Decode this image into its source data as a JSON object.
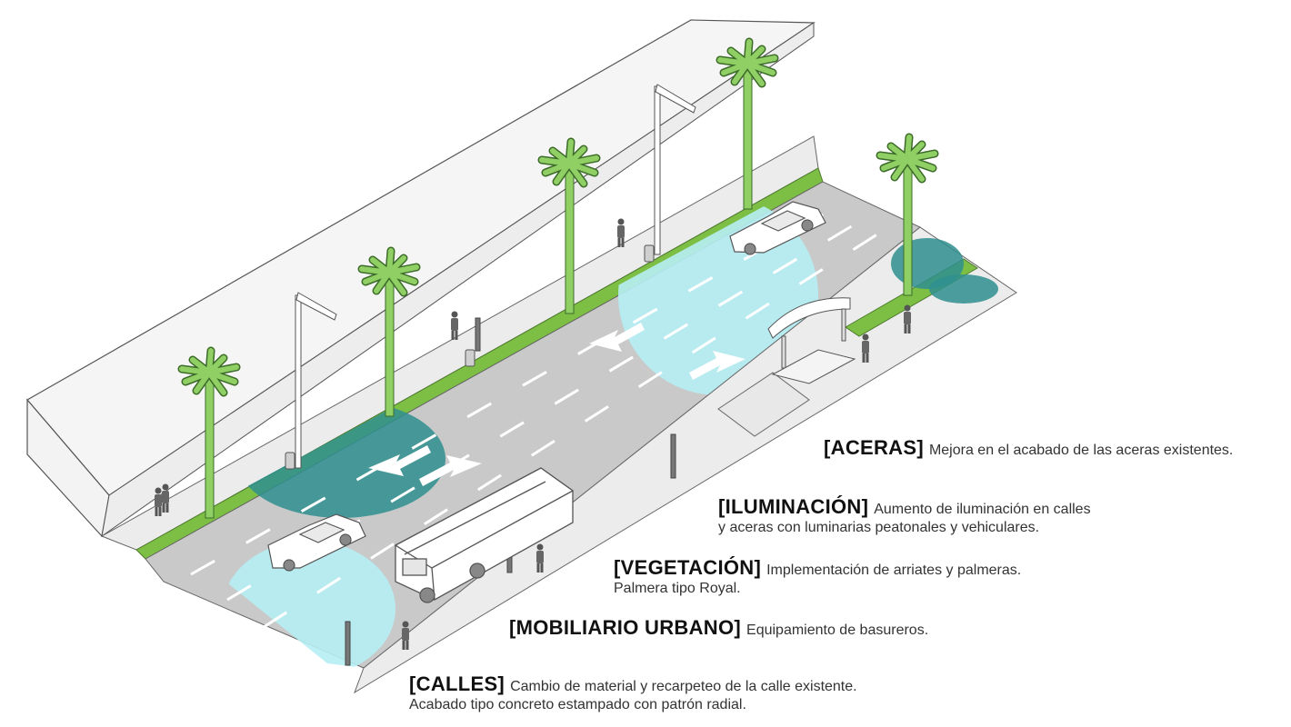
{
  "colors": {
    "sidewalk": "#eeeeee",
    "road": "#c8c8c8",
    "median": "#7dbf45",
    "palm": "#8fcf63",
    "cyan_zone": "#b6eef4",
    "teal_zone": "#2f8f8f",
    "building": "#f4f4f4",
    "outline": "#555555"
  },
  "icons": [
    "palm-tree-icon",
    "street-lamp-icon",
    "pedestrian-icon",
    "trash-bin-icon",
    "car-icon",
    "bus-icon",
    "bus-stop-icon",
    "bollard-icon",
    "lane-arrow-icon"
  ],
  "legend": [
    {
      "tag": "[ACERAS]",
      "text": "Mejora en el acabado de las aceras existentes.",
      "text2": ""
    },
    {
      "tag": "[ILUMINACIÓN]",
      "text": "Aumento de iluminación en calles",
      "text2": "y aceras con luminarias  peatonales y vehiculares."
    },
    {
      "tag": "[VEGETACIÓN]",
      "text": "Implementación de arriates y palmeras.",
      "text2": "Palmera tipo Royal."
    },
    {
      "tag": "[MOBILIARIO URBANO]",
      "text": "Equipamiento de basureros.",
      "text2": ""
    },
    {
      "tag": "[CALLES]",
      "text": "Cambio de material y recarpeteo de la calle existente.",
      "text2": "Acabado tipo concreto estampado con patrón radial."
    }
  ]
}
